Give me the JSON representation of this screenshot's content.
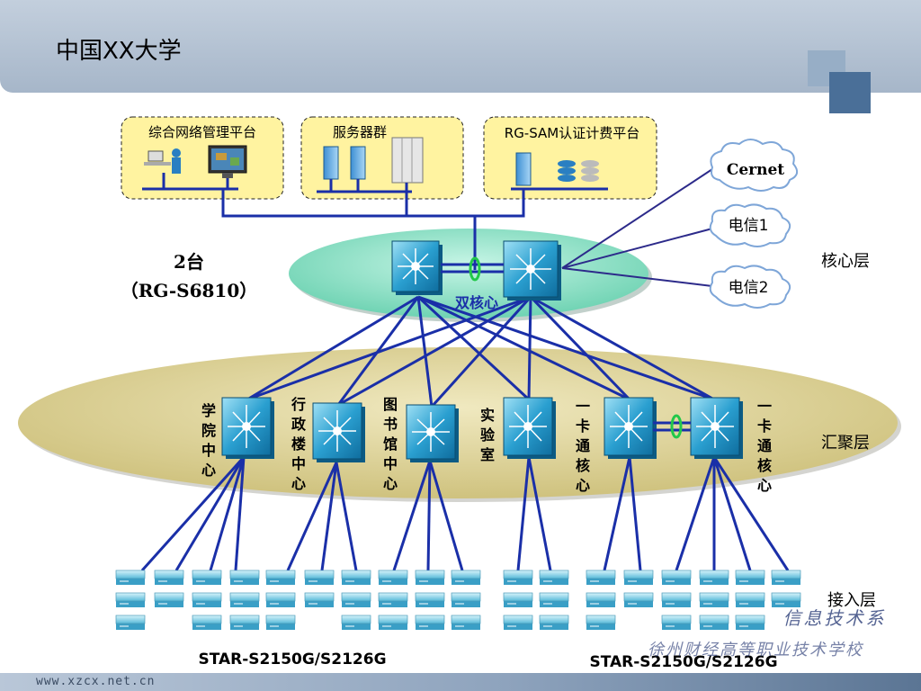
{
  "header": {
    "title": "中国XX大学"
  },
  "footer": {
    "url": "www.xzcx.net.cn"
  },
  "panels": {
    "mgmt": "综合网络管理平台",
    "servers": "服务器群",
    "auth": "RG-SAM认证计费平台"
  },
  "clouds": {
    "cernet": "Cernet",
    "telecom1": "电信1",
    "telecom2": "电信2"
  },
  "core": {
    "count": "2台",
    "model": "（RG-S6810）",
    "label": "双核心"
  },
  "layers": {
    "core": "核心层",
    "aggregation": "汇聚层",
    "access": "接入层"
  },
  "aggregation": {
    "labels": [
      "学院中心",
      "行政楼中心",
      "图书馆中心",
      "实验室",
      "一卡通核心",
      "一卡通核心"
    ]
  },
  "access": {
    "model_left": "STAR-S2150G/S2126G",
    "model_right": "STAR-S2150G/S2126G"
  },
  "watermark": {
    "dept": "信息技术系",
    "school": "徐州财经高等职业技术学校"
  },
  "colors": {
    "link": "#1a2fa8",
    "core_ellipse": "#7fdcc0",
    "agg_ellipse": "#d9cf8f",
    "panel_fill": "#fff3a0",
    "stack_link": "#22c84a"
  }
}
